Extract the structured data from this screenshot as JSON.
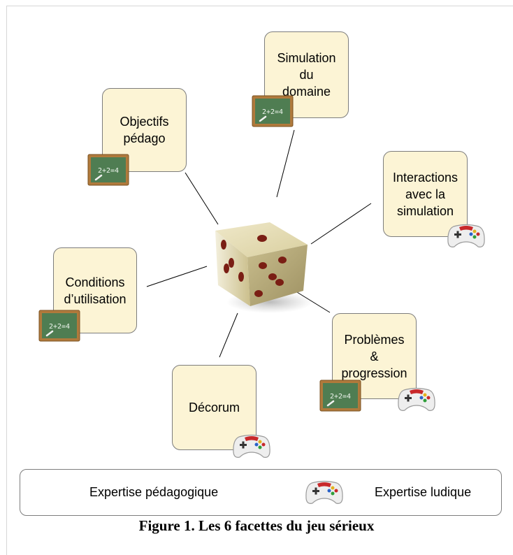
{
  "facets": {
    "objectifs": {
      "label": "Objectifs\npédago"
    },
    "simulation": {
      "label": "Simulation\ndu\ndomaine"
    },
    "interactions": {
      "label": "Interactions\navec la\nsimulation"
    },
    "conditions": {
      "label": "Conditions\nd’utilisation"
    },
    "problemes": {
      "label": "Problèmes\n&\nprogression"
    },
    "decorum": {
      "label": "Décorum"
    }
  },
  "legend": {
    "pedagogique_label": "Expertise pédagogique",
    "ludique_label": "Expertise ludique"
  },
  "chalkboard_text": "2+2=4",
  "caption": "Figure 1. Les 6 facettes du jeu sérieux",
  "colors": {
    "box_fill": "#fcf4d5",
    "box_border": "#7d7d7d",
    "board_frame": "#b07a3c",
    "board_surface": "#4f7d52",
    "dice_face": "#d8cc9a",
    "pip": "#7a1e14"
  }
}
